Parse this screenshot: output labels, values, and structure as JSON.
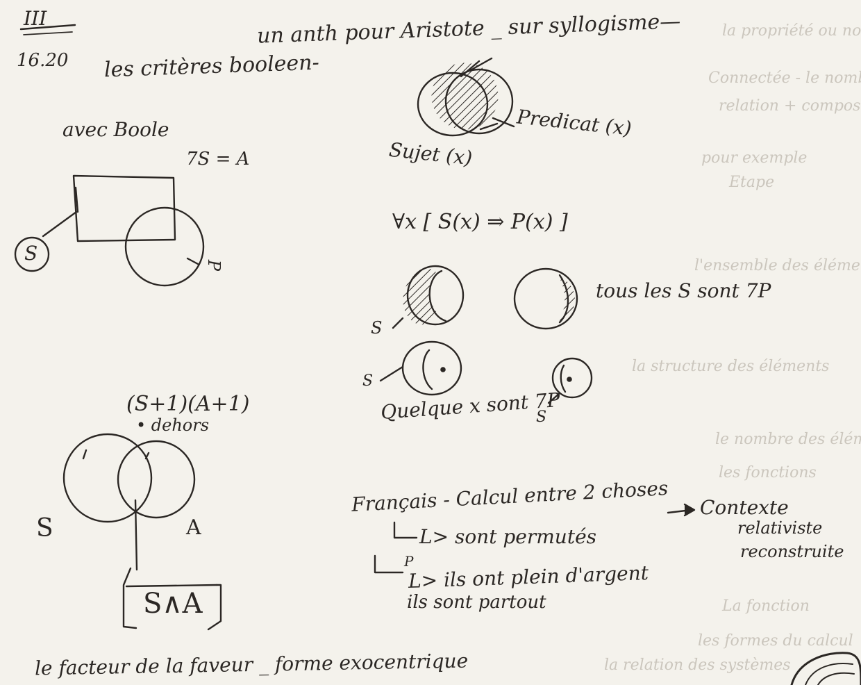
{
  "note": {
    "header_roman": "III",
    "header_date": "16.20",
    "title_line": "un anth pour Aristote _ sur syllogisme—",
    "subtitle": "les critères booleen-",
    "avec_boole": "avec Boole",
    "not_s_eq_a": "7S = A",
    "label_s_circle": "S",
    "label_p_rotated": "P",
    "venn_predicate": "Predicat (x)",
    "venn_subject": "Sujet (x)",
    "formula": "∀x [ S(x) ⇒ P(x) ]",
    "shaded_label_s": "S",
    "tous_les_s": "tous les S sont 7P",
    "dot_label_s_left": "S",
    "dot_label_s_right": "S",
    "quelque_x": "Quelque x sont 7P",
    "s_plus_one": "(S+1)(A+1)",
    "dehors": "• dehors",
    "big_s": "S",
    "big_a": "A",
    "s_and_a": "S∧A",
    "francais_line": "Français - Calcul entre 2 choses",
    "sont_permutes": "L> sont permutés",
    "p_mark": "P",
    "ils_ont": "L> ils ont plein d'argent",
    "ils_sont_partout": "ils sont partout",
    "arrow_target_1": "Contexte",
    "arrow_target_2": "relativiste",
    "arrow_target_3": "reconstruite",
    "bottom_line": "le facteur de la faveur _ forme exocentrique",
    "bleed_lines": [
      "la propriété ou non propriété",
      "Connectée - le nombre des nombres",
      "relation + composition",
      "Etape",
      "l'ensemble des éléments",
      "la structure des éléments",
      "le nombre des éléments est composé",
      "les fonctions",
      "La fonction",
      "les formes du calcul",
      "la relation des systèmes",
      "pour exemple"
    ]
  }
}
